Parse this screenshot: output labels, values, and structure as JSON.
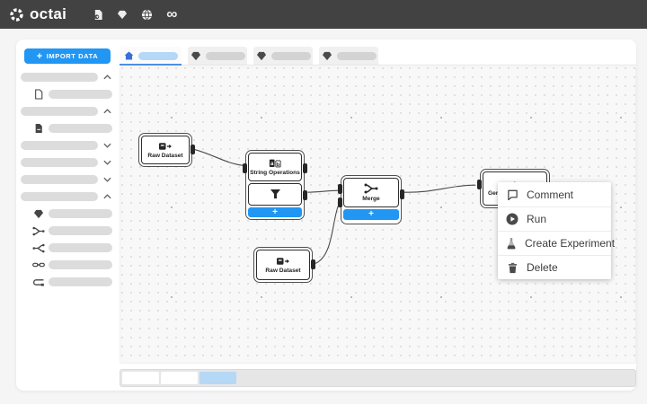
{
  "topbar": {
    "logo_text": "octai",
    "icons": [
      "document-icon",
      "gem-icon",
      "globe-icon",
      "infinity-icon"
    ]
  },
  "sidebar": {
    "import_button_label": "IMPORT DATA",
    "import_button_plus": "+",
    "rows": [
      {
        "icon": null,
        "indent": false,
        "chevron": "up"
      },
      {
        "icon": "file-icon",
        "indent": true,
        "chevron": null
      },
      {
        "icon": null,
        "indent": false,
        "chevron": "up"
      },
      {
        "icon": "file-filled-icon",
        "indent": true,
        "chevron": null
      },
      {
        "icon": null,
        "indent": false,
        "chevron": "down"
      },
      {
        "icon": null,
        "indent": false,
        "chevron": "down"
      },
      {
        "icon": null,
        "indent": false,
        "chevron": "down"
      },
      {
        "icon": null,
        "indent": false,
        "chevron": "up"
      },
      {
        "icon": "gem-icon",
        "indent": true,
        "chevron": null
      },
      {
        "icon": "merge-icon",
        "indent": true,
        "chevron": null
      },
      {
        "icon": "fork-icon",
        "indent": true,
        "chevron": null
      },
      {
        "icon": "link-icon",
        "indent": true,
        "chevron": null
      },
      {
        "icon": "loop-icon",
        "indent": true,
        "chevron": null
      }
    ]
  },
  "tabs": {
    "items": [
      {
        "icon": "home-icon",
        "active": true
      },
      {
        "icon": "gem-icon",
        "active": false
      },
      {
        "icon": "gem-icon",
        "active": false
      },
      {
        "icon": "gem-icon",
        "active": false
      }
    ]
  },
  "canvas": {
    "nodes": {
      "raw_dataset_1": {
        "label": "Raw Dataset"
      },
      "string_operations": {
        "label": "String Operations"
      },
      "merge": {
        "label": "Merge"
      },
      "raw_dataset_2": {
        "label": "Raw Dataset"
      },
      "generate": {
        "label": "Gen"
      }
    },
    "add_button_label": "+"
  },
  "context_menu": {
    "items": [
      {
        "icon": "comment-icon",
        "label": "Comment"
      },
      {
        "icon": "run-icon",
        "label": "Run"
      },
      {
        "icon": "experiment-icon",
        "label": "Create Experiment"
      },
      {
        "icon": "delete-icon",
        "label": "Delete"
      }
    ]
  },
  "pager": {
    "segments": [
      {
        "state": "page"
      },
      {
        "state": "page"
      },
      {
        "state": "active"
      }
    ]
  },
  "colors": {
    "topbar_bg": "#424242",
    "accent_blue": "#2196f3",
    "active_tab_blue": "#b5d8f6",
    "underline_blue": "#4a90e2"
  }
}
